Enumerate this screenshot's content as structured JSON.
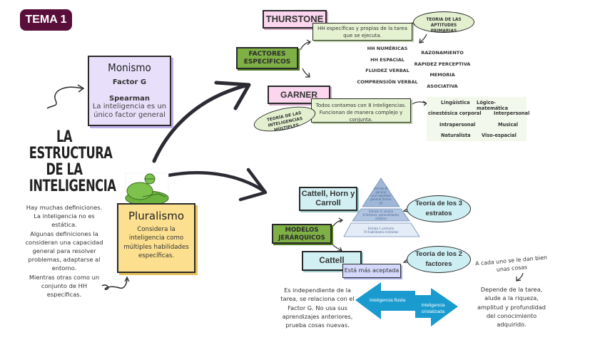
{
  "badge": {
    "label": "TEMA 1",
    "color": "#5a0f3a"
  },
  "title": {
    "lines": [
      "LA",
      "ESTRUCTURA",
      "DE LA",
      "INTELIGENCIA"
    ]
  },
  "intro": {
    "lines": [
      "Hay muchas definiciones.",
      "La inteligencia no es",
      "estática.",
      "Algunas definiciones la",
      "consideran una capacidad",
      "general para resolver",
      "problemas, adaptarse al",
      "entorno.",
      "Mientras otras como un",
      "conjunto de HH",
      "específicas."
    ]
  },
  "monismo": {
    "title": "Monismo",
    "subtitle": "Factor G",
    "author": "Spearman",
    "desc_lines": [
      "La inteligencia es un",
      "único factor general"
    ],
    "color": "#e8e0fb"
  },
  "pluralismo": {
    "title": "Pluralismo",
    "desc_lines": [
      "Considera la",
      "inteligencia como",
      "múltiples habilidades",
      "específicas."
    ],
    "color": "#fce08f"
  },
  "factores_especificos": {
    "label_lines": [
      "FACTORES",
      "ESPECÍFICOS"
    ],
    "color": "#7fb046"
  },
  "thurstone": {
    "name": "THURSTONE",
    "desc_lines": [
      "HH específicas y propias de la tarea",
      "que se ejecuta."
    ],
    "theory_lines": [
      "TEORIA DE LAS APTITUDES",
      "PRIMARIAS"
    ],
    "skills_left": [
      "HH NUMÉRICAS",
      "HH ESPACIAL",
      "FLUIDEZ VERBAL",
      "COMPRENSIÓN VERBAL"
    ],
    "skills_right": [
      "RAZONAMIENTO",
      "RAPIDEZ PERCEPTIVA",
      "MEMORIA ASOCIATIVA"
    ]
  },
  "garner": {
    "name": "GARNER",
    "desc_lines": [
      "Todos contamos con 8 inteligencias.",
      "Funcionan de manera complejo y",
      "conjunta."
    ],
    "theory_lines": [
      "TEORÍA DE LAS",
      "INTELIGENCIAS MÚLTIPLES"
    ],
    "intelligences": [
      "Lingüística",
      "Lógico-matemática",
      "cinestésica corporal",
      "Interpersonal",
      "Intrapersonal",
      "Musical",
      "Naturalista",
      "Viso-espacial"
    ]
  },
  "modelos_jerarquicos": {
    "label_lines": [
      "MODELOS",
      "JERÁRQUICOS"
    ]
  },
  "chc": {
    "name_lines": [
      "Cattell, Horn y",
      "Carroll"
    ],
    "theory_lines": [
      "Teoría de los 3",
      "estratos"
    ],
    "pyramid": [
      [
        "Estrato III",
        "general",
        "una habilidad",
        "general (factor g)"
      ],
      [
        "Estrato II: amplio",
        "8 factores, generalidades",
        "amplias"
      ],
      [
        "Estrato I: primario",
        "70 habilidades limitadas"
      ]
    ]
  },
  "cattell": {
    "name": "Cattell",
    "note": "Está más aceptada",
    "theory_lines": [
      "Teoría de los 2",
      "factores"
    ],
    "fluid_label": "Inteligencia fluida",
    "crystal_label_lines": [
      "Inteligencia",
      "cristalizada"
    ],
    "fluid_desc": [
      "Es independiente de la",
      "tarea, se relaciona con el",
      "Factor G. No usa sus",
      "aprendizajes anteriores,",
      "prueba cosas nuevas."
    ],
    "note_right_lines": [
      "A cada uno se le dan bien",
      "unas cosas"
    ],
    "crystal_desc": [
      "Depende de la tarea,",
      "alude a la riqueza,",
      "amplitud y profundidad",
      "del conocimiento",
      "adquirido."
    ],
    "arrow_color": "#1a9bd0"
  }
}
